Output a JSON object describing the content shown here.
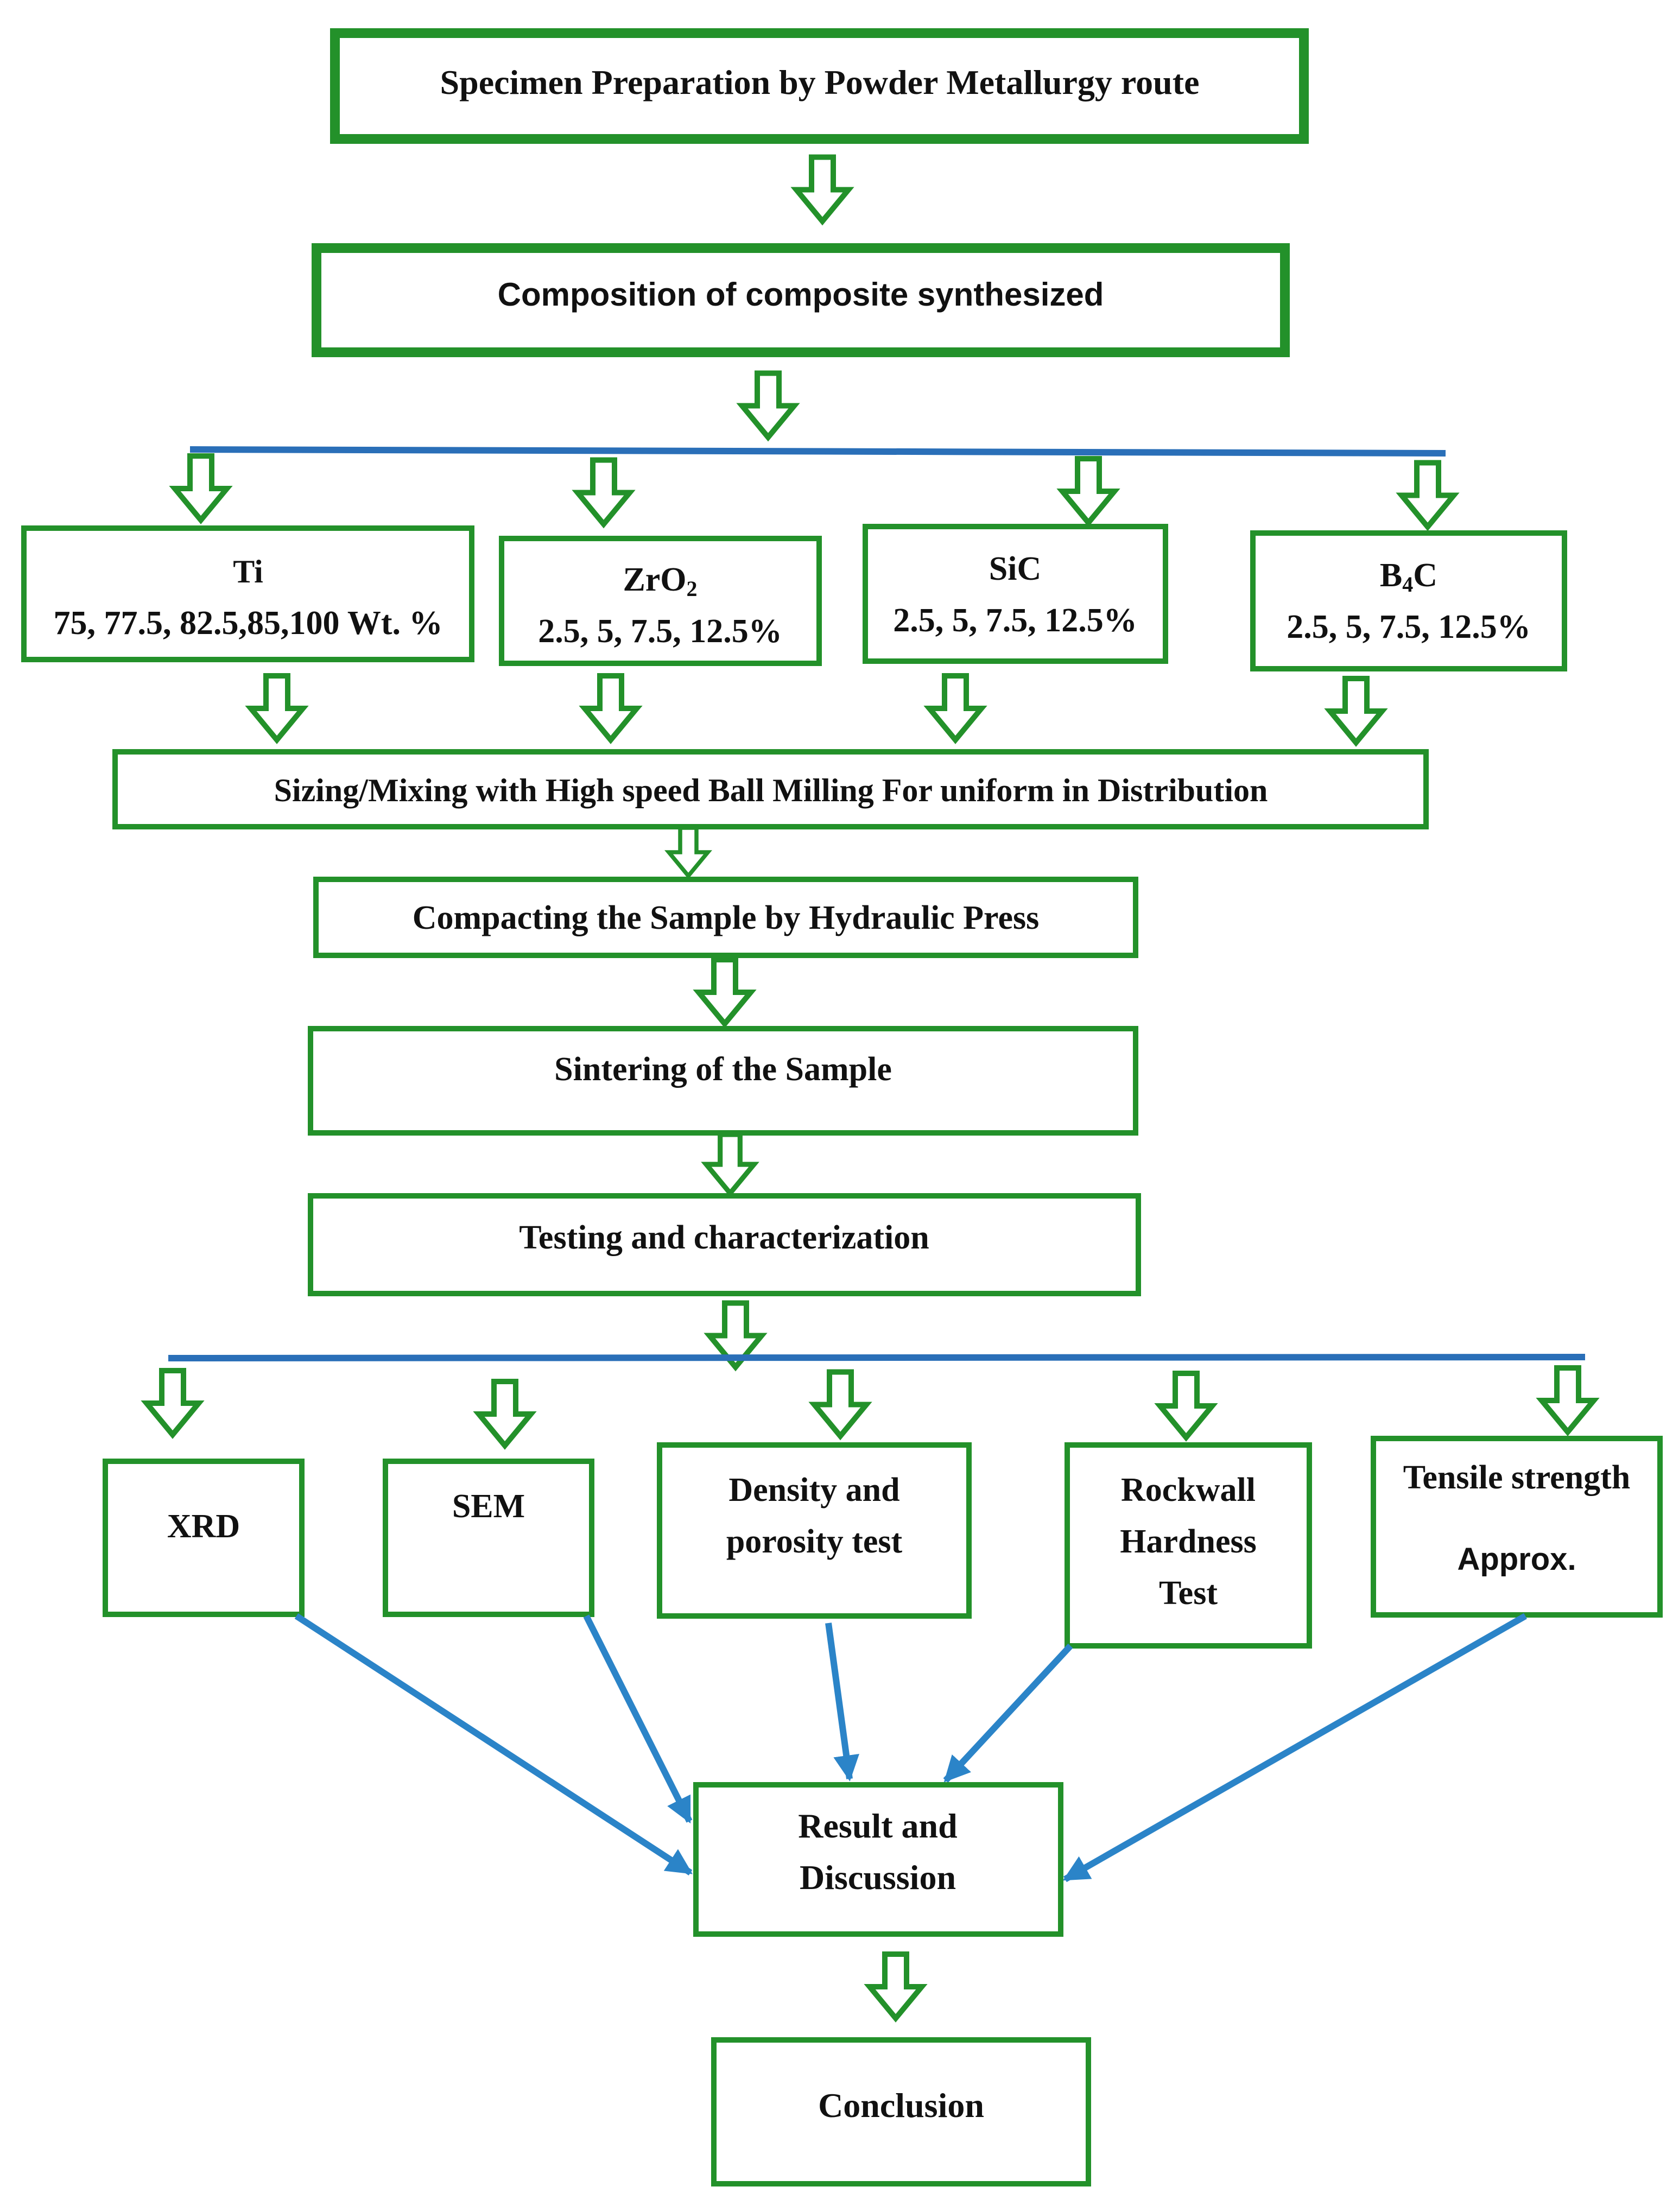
{
  "colors": {
    "box_border": "#23912a",
    "connector_blue": "#2a6fb8",
    "arrow_blue": "#2b84c8",
    "text": "#111111"
  },
  "steps": {
    "preparation": "Specimen Preparation by Powder Metallurgy route",
    "composition": "Composition of composite synthesized",
    "mixing": "Sizing/Mixing with High speed Ball Milling For uniform in Distribution",
    "compacting": "Compacting the Sample by Hydraulic Press",
    "sintering": "Sintering of the Sample",
    "testing": "Testing and characterization",
    "result_line1": "Result and",
    "result_line2": "Discussion",
    "conclusion": "Conclusion"
  },
  "materials": {
    "ti": {
      "name": "Ti",
      "values": "75, 77.5, 82.5,85,100 Wt. %"
    },
    "zro2": {
      "name_base": "ZrO",
      "name_sub": "2",
      "values": "2.5, 5, 7.5, 12.5%"
    },
    "sic": {
      "name": "SiC",
      "values": "2.5, 5, 7.5, 12.5%"
    },
    "b4c": {
      "name_base": "B",
      "name_sub": "4",
      "name_tail": "C",
      "values": "2.5, 5, 7.5, 12.5%"
    }
  },
  "tests": {
    "xrd": "XRD",
    "sem": "SEM",
    "density_line1": "Density and",
    "density_line2": "porosity test",
    "rockwall_line1": "Rockwall",
    "rockwall_line2": "Hardness",
    "rockwall_line3": "Test",
    "tensile_line1": "Tensile strength",
    "tensile_line2": "Approx."
  }
}
